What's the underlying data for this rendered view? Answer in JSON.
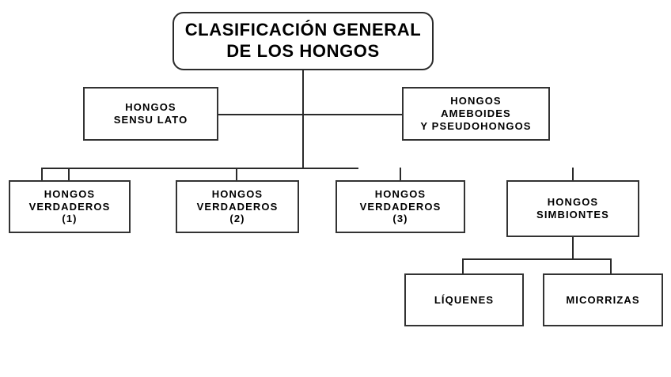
{
  "diagram": {
    "title_node": {
      "id": "root",
      "text": "CLASIFICACIÓN GENERAL\nDE LOS HONGOS",
      "shape": "rounded-rectangle"
    },
    "level2": [
      {
        "id": "sensu-lato",
        "text": "HONGOS\nSENSU LATO",
        "shape": "rectangle"
      },
      {
        "id": "ameboides",
        "text": "HONGOS\nAMEBOIDES\nY PSEUDOHONGOS",
        "shape": "rectangle"
      }
    ],
    "level3": [
      {
        "id": "verdaderos-1",
        "text": "HONGOS\nVERDADEROS\n(1)",
        "shape": "rectangle"
      },
      {
        "id": "verdaderos-2",
        "text": "HONGOS\nVERDADEROS\n(2)",
        "shape": "rectangle"
      },
      {
        "id": "verdaderos-3",
        "text": "HONGOS\nVERDADEROS\n(3)",
        "shape": "rectangle"
      },
      {
        "id": "simbiontes",
        "text": "HONGOS\nSIMBIONTES",
        "shape": "rectangle"
      }
    ],
    "level4": [
      {
        "id": "liquenes",
        "text": "LÍQUENES",
        "shape": "rectangle"
      },
      {
        "id": "micorrizas",
        "text": "MICORRIZAS",
        "shape": "rectangle"
      }
    ],
    "colors": {
      "background": "#ffffff",
      "box_fill": "#ffffff",
      "box_border": "#333333",
      "connector": "#2a2a2a",
      "text": "#000000"
    }
  }
}
